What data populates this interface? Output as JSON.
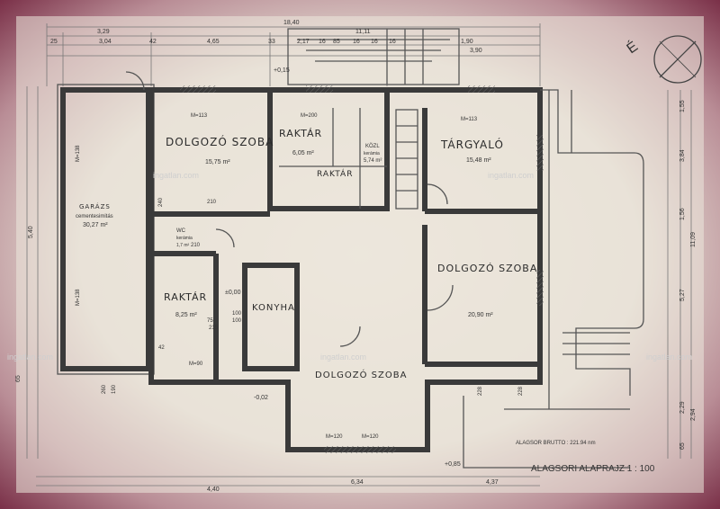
{
  "title": "ALAGSORI  ALAPRAJZ  1 : 100",
  "brutto": "ALAGSOR BRUTTO : 221.94 nm",
  "north": "É",
  "watermark": "ingatlan.com",
  "rooms": [
    {
      "name": "GARÁZS",
      "sub": "cementesimitás",
      "area": "30,27 m²"
    },
    {
      "name": "DOLGOZÓ SZOBA",
      "area": "15,75 m²"
    },
    {
      "name": "RAKTÁR",
      "area": "6,05 m²"
    },
    {
      "name": "RAKTÁR",
      "area": ""
    },
    {
      "name": "KÖZL",
      "sub": "kerámia",
      "area": "5,74 m²"
    },
    {
      "name": "TÁRGYALÓ",
      "area": "15,48 m²"
    },
    {
      "name": "DOLGOZÓ SZOBA",
      "area": "20,90 m²"
    },
    {
      "name": "RAKTÁR",
      "area": "8,25 m²"
    },
    {
      "name": "KONYHA",
      "area": ""
    },
    {
      "name": "DOLGOZÓ SZOBA",
      "area": ""
    },
    {
      "name": "WC",
      "sub": "kerámia",
      "area": "1,7 m²"
    }
  ],
  "levels": [
    "+0,15",
    "±0,00",
    "-0,02",
    "+0,85"
  ],
  "dims_top": [
    "18,40",
    "3,29",
    "25",
    "3,04",
    "42",
    "4,65",
    "33",
    "2,17",
    "16",
    "85",
    "16",
    "16",
    "16",
    "3,90",
    "1,90",
    "11,11"
  ],
  "dims_right": [
    "1,55",
    "3,84",
    "1,56",
    "5,27",
    "2,29",
    "2,94",
    "65",
    "11,09"
  ],
  "dims_bottom": [
    "4,40",
    "6,34",
    "4,37"
  ],
  "dims_left": [
    "5,40",
    "65"
  ],
  "labels_misc": [
    "M=113",
    "M=113",
    "M=200",
    "M=120",
    "M=120",
    "M=90",
    "M=138",
    "M=138",
    "210",
    "100",
    "75",
    "215",
    "100",
    "210",
    "42",
    "228",
    "228",
    "240",
    "260",
    "190"
  ]
}
